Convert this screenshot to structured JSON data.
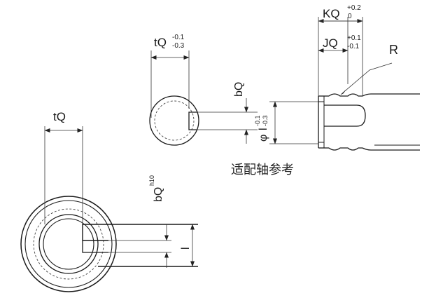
{
  "labels": {
    "kq": "KQ",
    "kq_tol_upper": "+0.2",
    "kq_tol_lower": "0",
    "jq": "JQ",
    "jq_tol_upper": "+0.1",
    "jq_tol_lower": "-0.1",
    "r": "R",
    "tq_shaft": "tQ",
    "tq_shaft_tol_upper": "-0.1",
    "tq_shaft_tol_lower": "-0.3",
    "bq_shaft": "bQ",
    "phi": "φ",
    "l_shaft": "l",
    "l_shaft_tol_upper": "-0.1",
    "l_shaft_tol_lower": "-0.3",
    "caption": "适配轴参考",
    "tq_hub": "tQ",
    "bq_hub": "bQ",
    "bq_hub_sup": "h10",
    "l_hub": "l"
  }
}
